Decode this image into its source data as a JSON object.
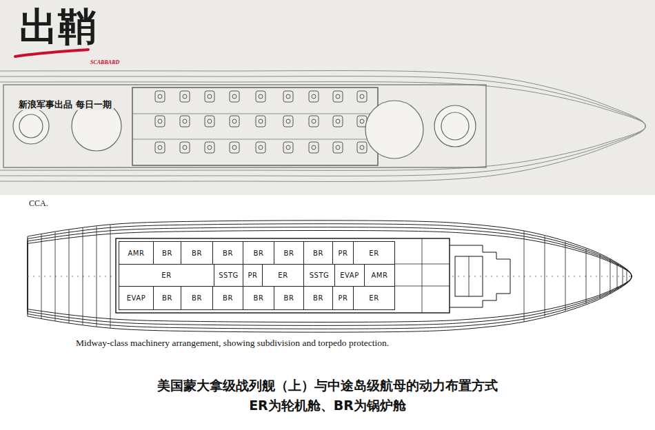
{
  "diagram": {
    "caption": "美国蒙大拿级战列舰（上）与中途岛级航母的动力布置方式",
    "nodes": [
      {
        "text": [
          "AMR"
        ]
      },
      {
        "text": [
          "BR"
        ]
      },
      {
        "text": [
          "BR"
        ]
      },
      {
        "text": [
          "BR"
        ]
      },
      {
        "text": [
          "BR"
        ]
      },
      {
        "text": [
          "BR"
        ]
      },
      {
        "text": [
          "BR"
        ]
      },
      {
        "text": [
          "PR"
        ]
      },
      {
        "text": [
          "ER"
        ]
      },
      {
        "text": [
          "ER"
        ]
      },
      {
        "text": [
          "SSTG"
        ]
      },
      {
        "text": [
          "PR"
        ]
      },
      {
        "text": [
          "ER"
        ]
      },
      {
        "text": [
          "SSTG"
        ]
      },
      {
        "text": [
          "EVAP"
        ]
      },
      {
        "text": [
          "AMR"
        ]
      },
      {
        "text": [
          "EVAP"
        ]
      },
      {
        "text": [
          "BR"
        ]
      },
      {
        "text": [
          "BR"
        ]
      },
      {
        "text": [
          "BR"
        ]
      },
      {
        "text": [
          "BR"
        ]
      },
      {
        "text": [
          "BR"
        ]
      },
      {
        "text": [
          "BR"
        ]
      },
      {
        "text": [
          "PR"
        ]
      },
      {
        "text": [
          "ER"
        ]
      }
    ],
    "labels": [
      "出鞘",
      "SCABBARD",
      "新浪军事出品 每日一期",
      "CCA.",
      "Midway-class machinery arrangement, showing subdivision and torpedo protection.",
      "ER为轮机舱、BR为锅炉舱"
    ]
  }
}
